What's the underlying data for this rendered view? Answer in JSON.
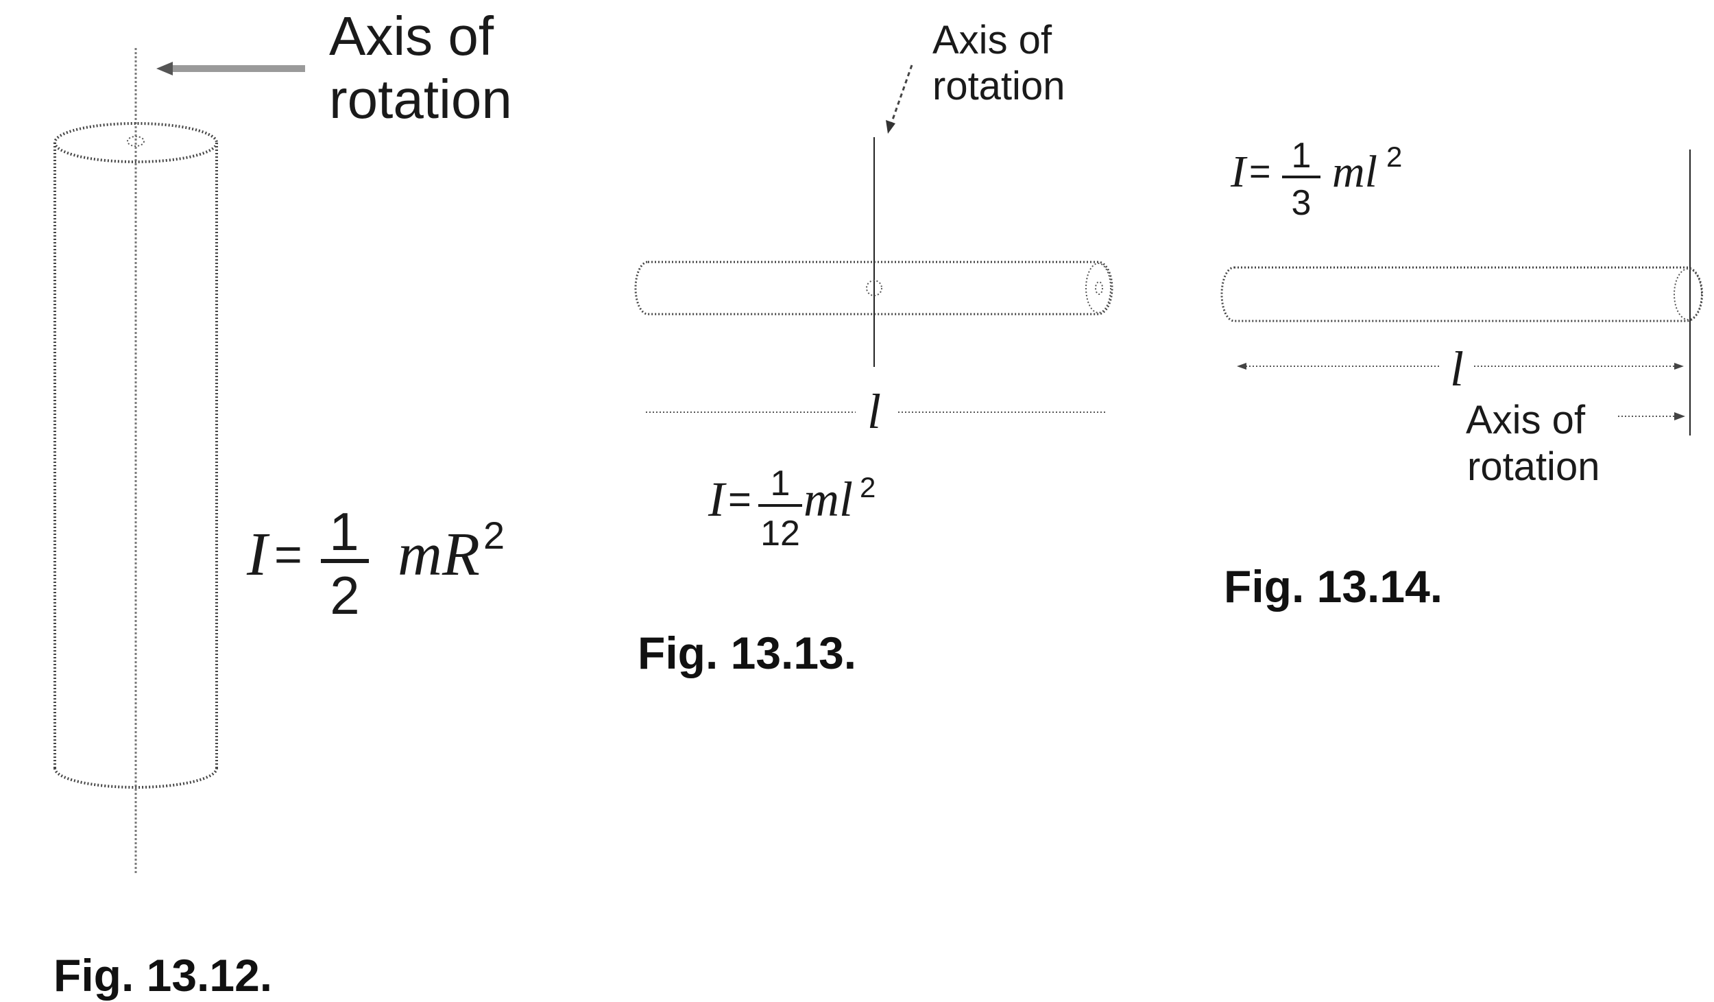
{
  "figures": {
    "fig12": {
      "caption": "Fig. 13.12.",
      "axis_label": [
        "Axis of",
        "rotation"
      ],
      "formula": {
        "lhs": "I",
        "eq": "=",
        "num": "1",
        "den": "2",
        "rest": "mR",
        "exp": "2"
      }
    },
    "fig13": {
      "caption": "Fig. 13.13.",
      "axis_label": [
        "Axis of",
        "rotation"
      ],
      "length_label": "l",
      "formula": {
        "lhs": "I",
        "eq": "=",
        "num": "1",
        "den": "12",
        "rest": "ml",
        "exp": "2"
      }
    },
    "fig14": {
      "caption": "Fig. 13.14.",
      "axis_label": [
        "Axis of",
        "rotation"
      ],
      "length_label": "l",
      "formula": {
        "lhs": "I",
        "eq": "=",
        "num": "1",
        "den": "3",
        "rest": "ml",
        "exp": "2"
      }
    }
  }
}
